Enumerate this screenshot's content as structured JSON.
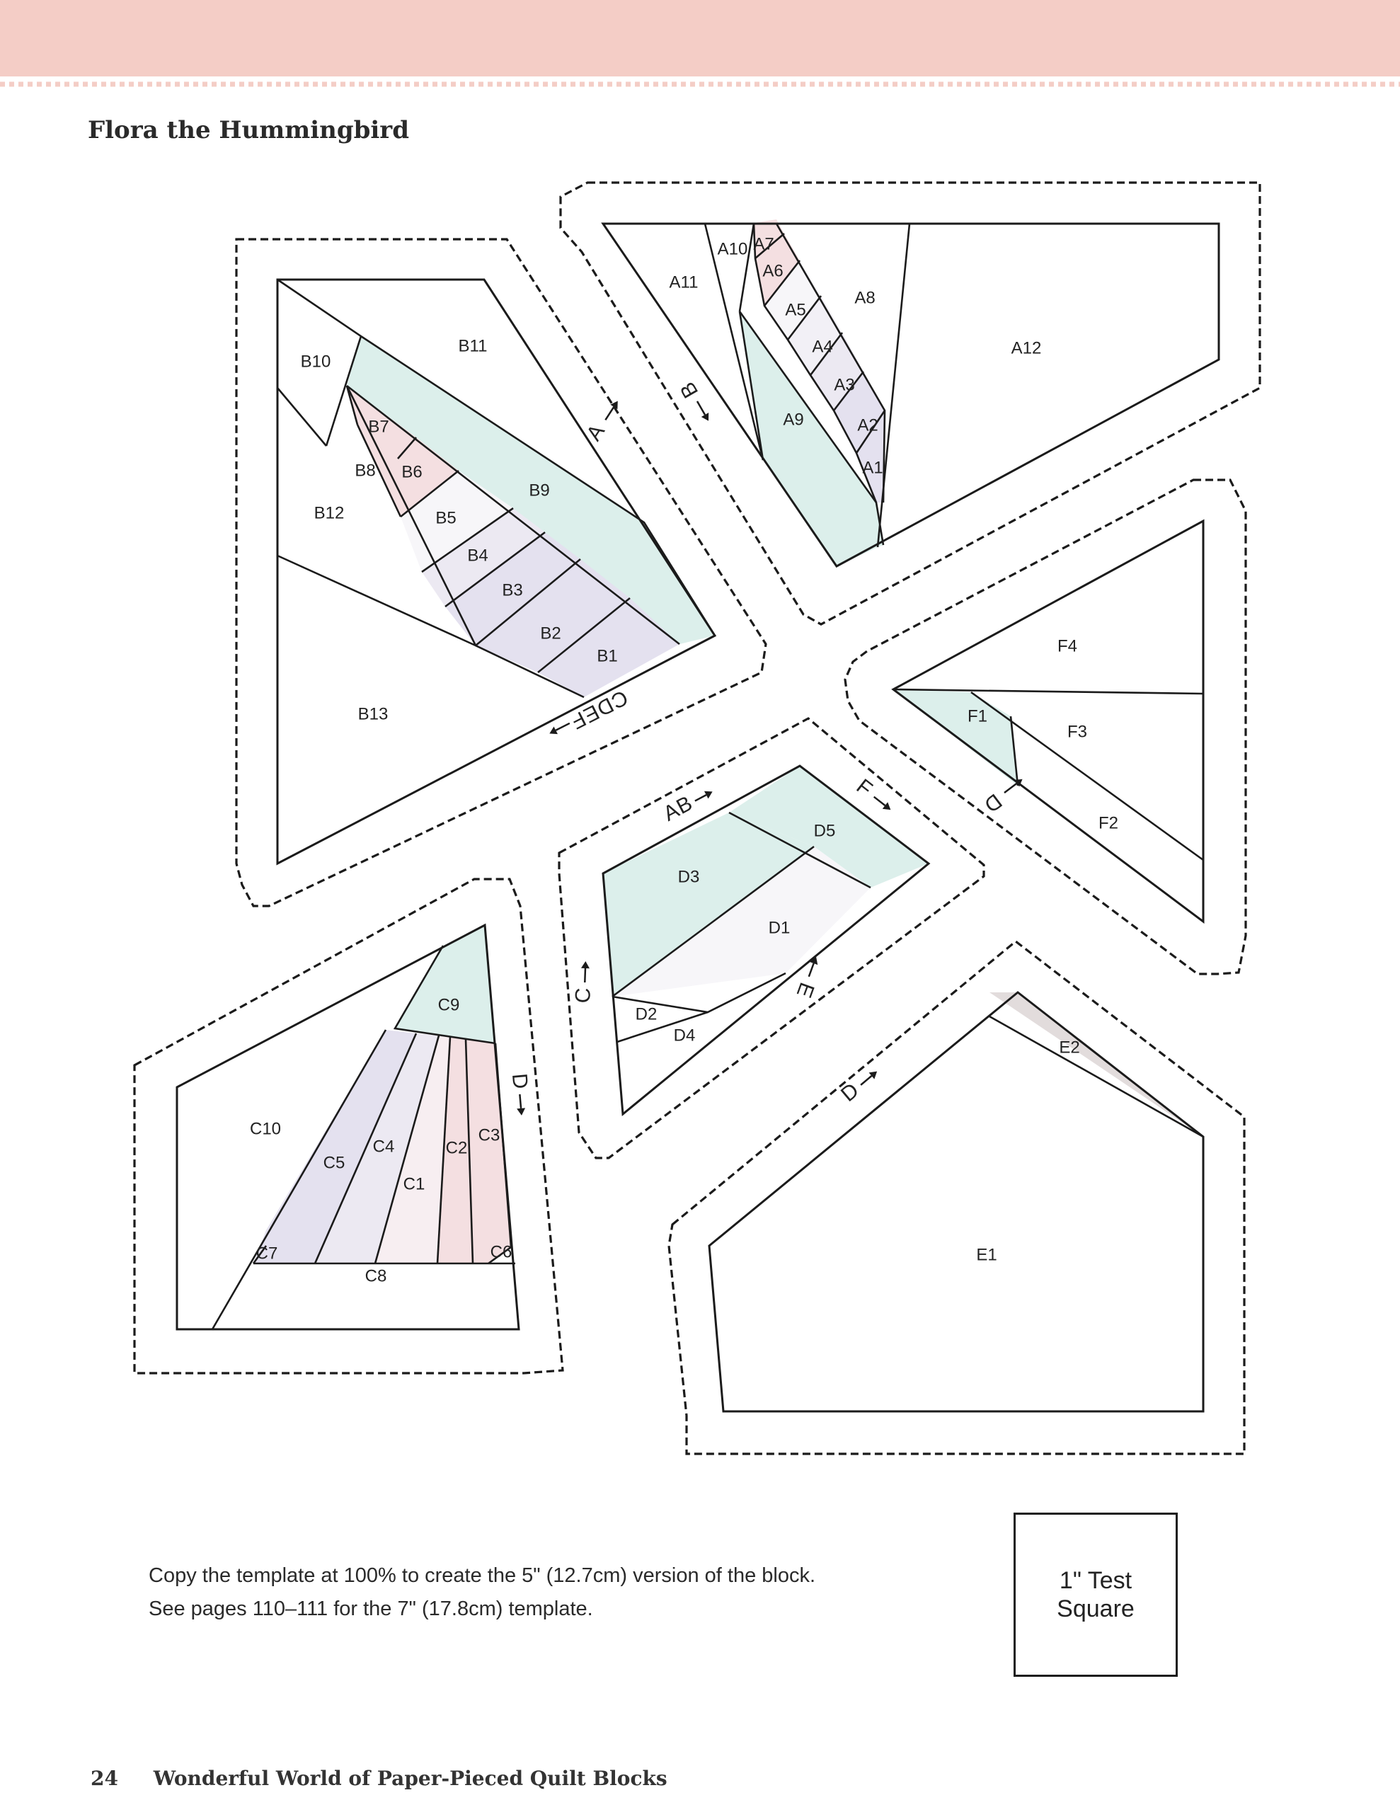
{
  "colors": {
    "top_band": "#f4cdc6",
    "mint": "#dcefeb",
    "pink": "#f4dfe1",
    "lavender": "#e4e1ef",
    "gray": "#e2dcdc",
    "whiteish": "#f7f6f9",
    "outline": "#1b1b1b"
  },
  "page": {
    "title": "Flora the Hummingbird",
    "note_line1": "Copy the template at 100% to create the 5\" (12.7cm) version of the block.",
    "note_line2": "See pages 110–111 for the 7\" (17.8cm) template.",
    "test_square_line1": "1\" Test",
    "test_square_line2": "Square",
    "page_number": "24",
    "book_title": "Wonderful World of Paper-Pieced Quilt Blocks"
  },
  "piece_labels": {
    "A1": "A1",
    "A2": "A2",
    "A3": "A3",
    "A4": "A4",
    "A5": "A5",
    "A6": "A6",
    "A7": "A7",
    "A8": "A8",
    "A9": "A9",
    "A10": "A10",
    "A11": "A11",
    "A12": "A12",
    "B1": "B1",
    "B2": "B2",
    "B3": "B3",
    "B4": "B4",
    "B5": "B5",
    "B6": "B6",
    "B7": "B7",
    "B8": "B8",
    "B9": "B9",
    "B10": "B10",
    "B11": "B11",
    "B12": "B12",
    "B13": "B13",
    "C1": "C1",
    "C2": "C2",
    "C3": "C3",
    "C4": "C4",
    "C5": "C5",
    "C6": "C6",
    "C7": "C7",
    "C8": "C8",
    "C9": "C9",
    "C10": "C10",
    "D1": "D1",
    "D2": "D2",
    "D3": "D3",
    "D4": "D4",
    "D5": "D5",
    "E1": "E1",
    "E2": "E2",
    "F1": "F1",
    "F2": "F2",
    "F3": "F3",
    "F4": "F4"
  },
  "join_labels": {
    "a_on_b": "A",
    "b_on_a": "B",
    "cdef_on_b": "CDEF",
    "ab_on_d": "AB",
    "f_on_d": "F",
    "d_on_f": "D",
    "c_on_d": "C",
    "e_on_d": "E",
    "d_on_c": "D",
    "d_on_e": "D"
  }
}
